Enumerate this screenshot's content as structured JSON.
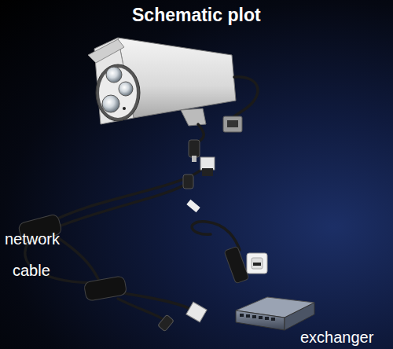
{
  "diagram": {
    "title": "Schematic plot",
    "labels": [
      "network",
      "cable",
      "exchanger"
    ]
  }
}
